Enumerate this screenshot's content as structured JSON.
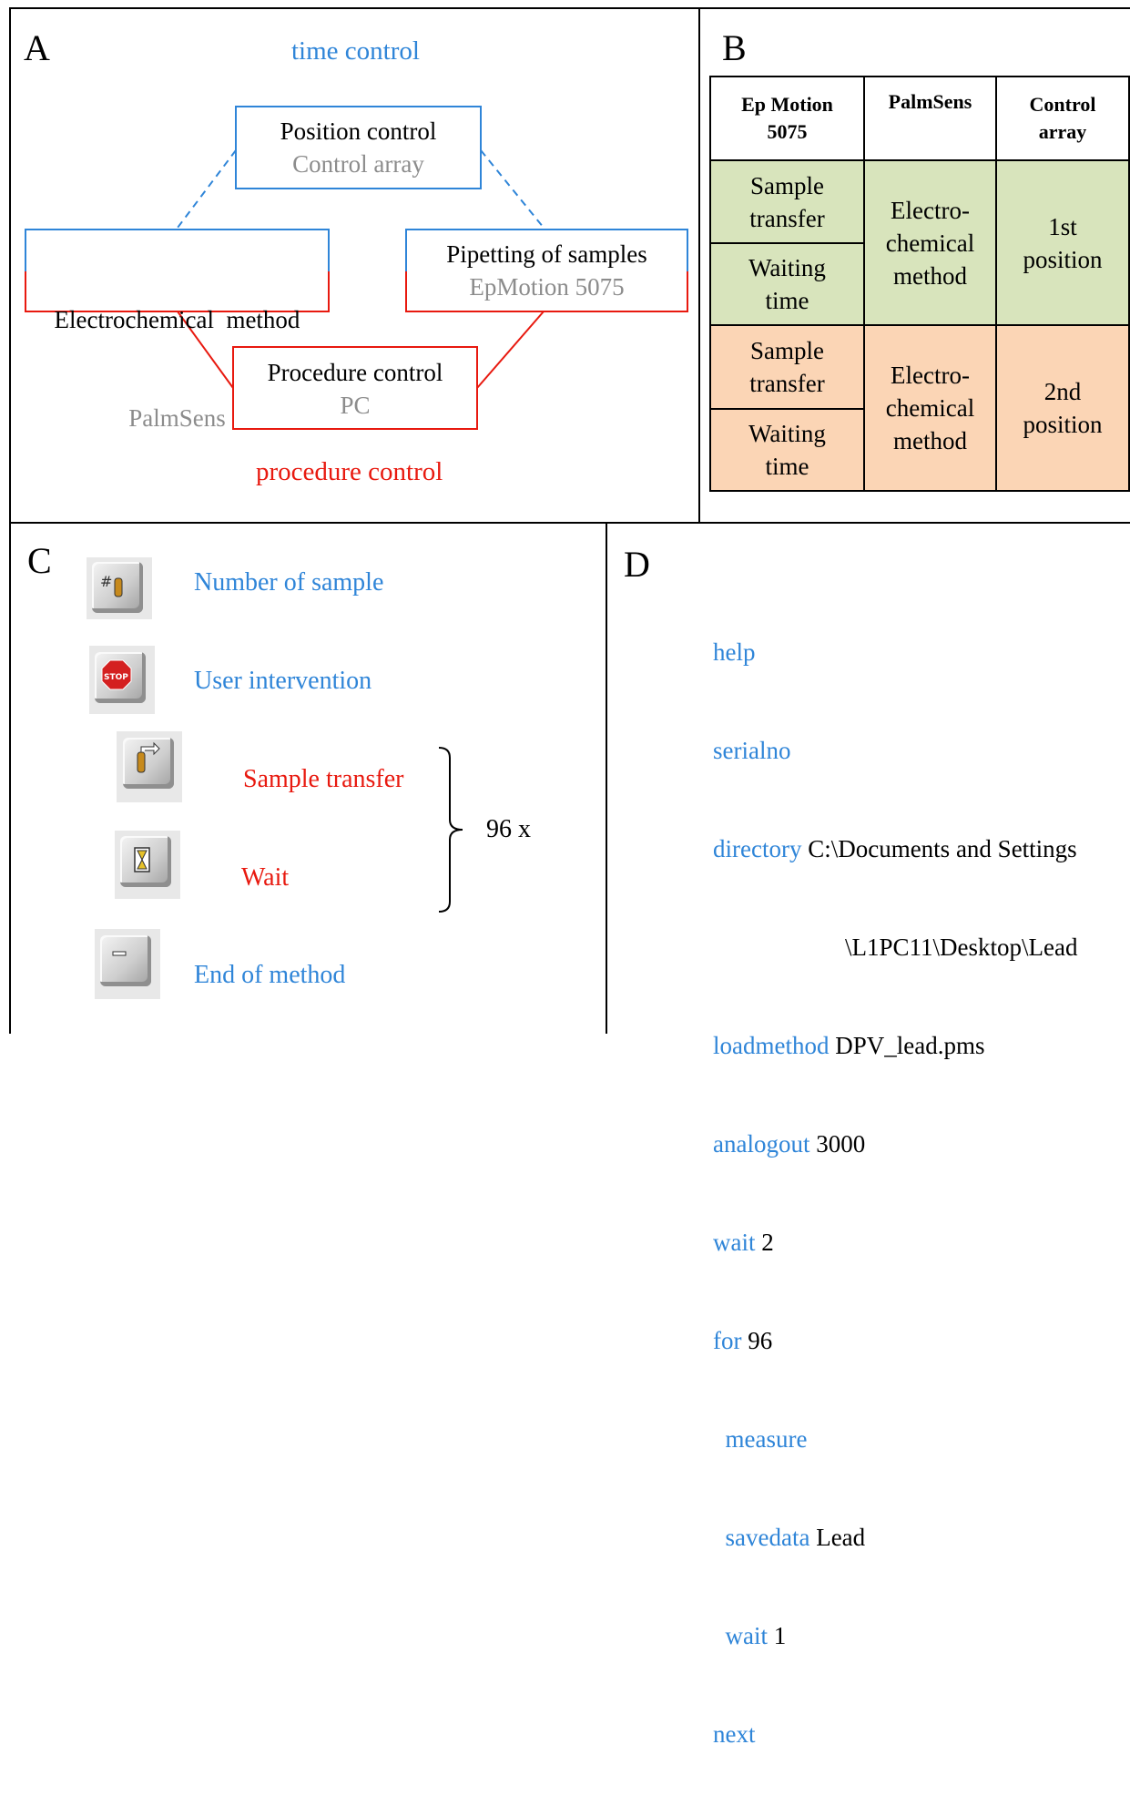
{
  "panels": {
    "a": {
      "letter": "A",
      "time_control": "time control",
      "procedure_control": "procedure control",
      "position_box": {
        "title": "Position control",
        "subtitle": "Control array"
      },
      "electro_box": {
        "title": "Electrochemical  method",
        "subtitle": "PalmSens"
      },
      "pipetting_box": {
        "title": "Pipetting of samples",
        "subtitle": "EpMotion 5075"
      },
      "procedure_box": {
        "title": "Procedure control",
        "subtitle": "PC"
      }
    },
    "b": {
      "letter": "B",
      "headers": [
        "Ep Motion 5075",
        "PalmSens",
        "Control array"
      ],
      "group1": {
        "sample_transfer": "Sample transfer",
        "waiting_time": "Waiting time",
        "method": "Electro-chemical method",
        "position": "1st position"
      },
      "group2": {
        "sample_transfer": "Sample transfer",
        "waiting_time": "Waiting time",
        "method": "Electro-chemical method",
        "position": "2nd position"
      }
    },
    "c": {
      "letter": "C",
      "items": [
        {
          "label": "Number of sample",
          "icon": "number-of-sample-icon"
        },
        {
          "label": "User intervention",
          "icon": "stop-icon"
        },
        {
          "label": "Sample transfer",
          "icon": "sample-transfer-icon"
        },
        {
          "label": "Wait",
          "icon": "hourglass-icon"
        },
        {
          "label": "End of method",
          "icon": "end-of-method-icon"
        }
      ],
      "loop_label": "96 x"
    },
    "d": {
      "letter": "D",
      "lines": [
        {
          "cmd": "help",
          "arg": ""
        },
        {
          "cmd": "serialno",
          "arg": ""
        },
        {
          "cmd": "directory",
          "arg": " C:\\Documents and Settings"
        },
        {
          "cmd": "",
          "arg": "\\L1PC11\\Desktop\\Lead"
        },
        {
          "cmd": "loadmethod",
          "arg": " DPV_lead.pms"
        },
        {
          "cmd": "analogout",
          "arg": " 3000"
        },
        {
          "cmd": "wait",
          "arg": " 2"
        },
        {
          "cmd": "for",
          "arg": " 96"
        },
        {
          "cmd": "  measure",
          "arg": ""
        },
        {
          "cmd": "  savedata",
          "arg": " Lead"
        },
        {
          "cmd": "  wait",
          "arg": " 1"
        },
        {
          "cmd": "next",
          "arg": ""
        }
      ]
    }
  },
  "colors": {
    "blue": "#2f85d8",
    "red": "#e8190f",
    "grey": "#8c8c8c",
    "green": "#d8e4bc",
    "peach": "#fbd5b5"
  }
}
